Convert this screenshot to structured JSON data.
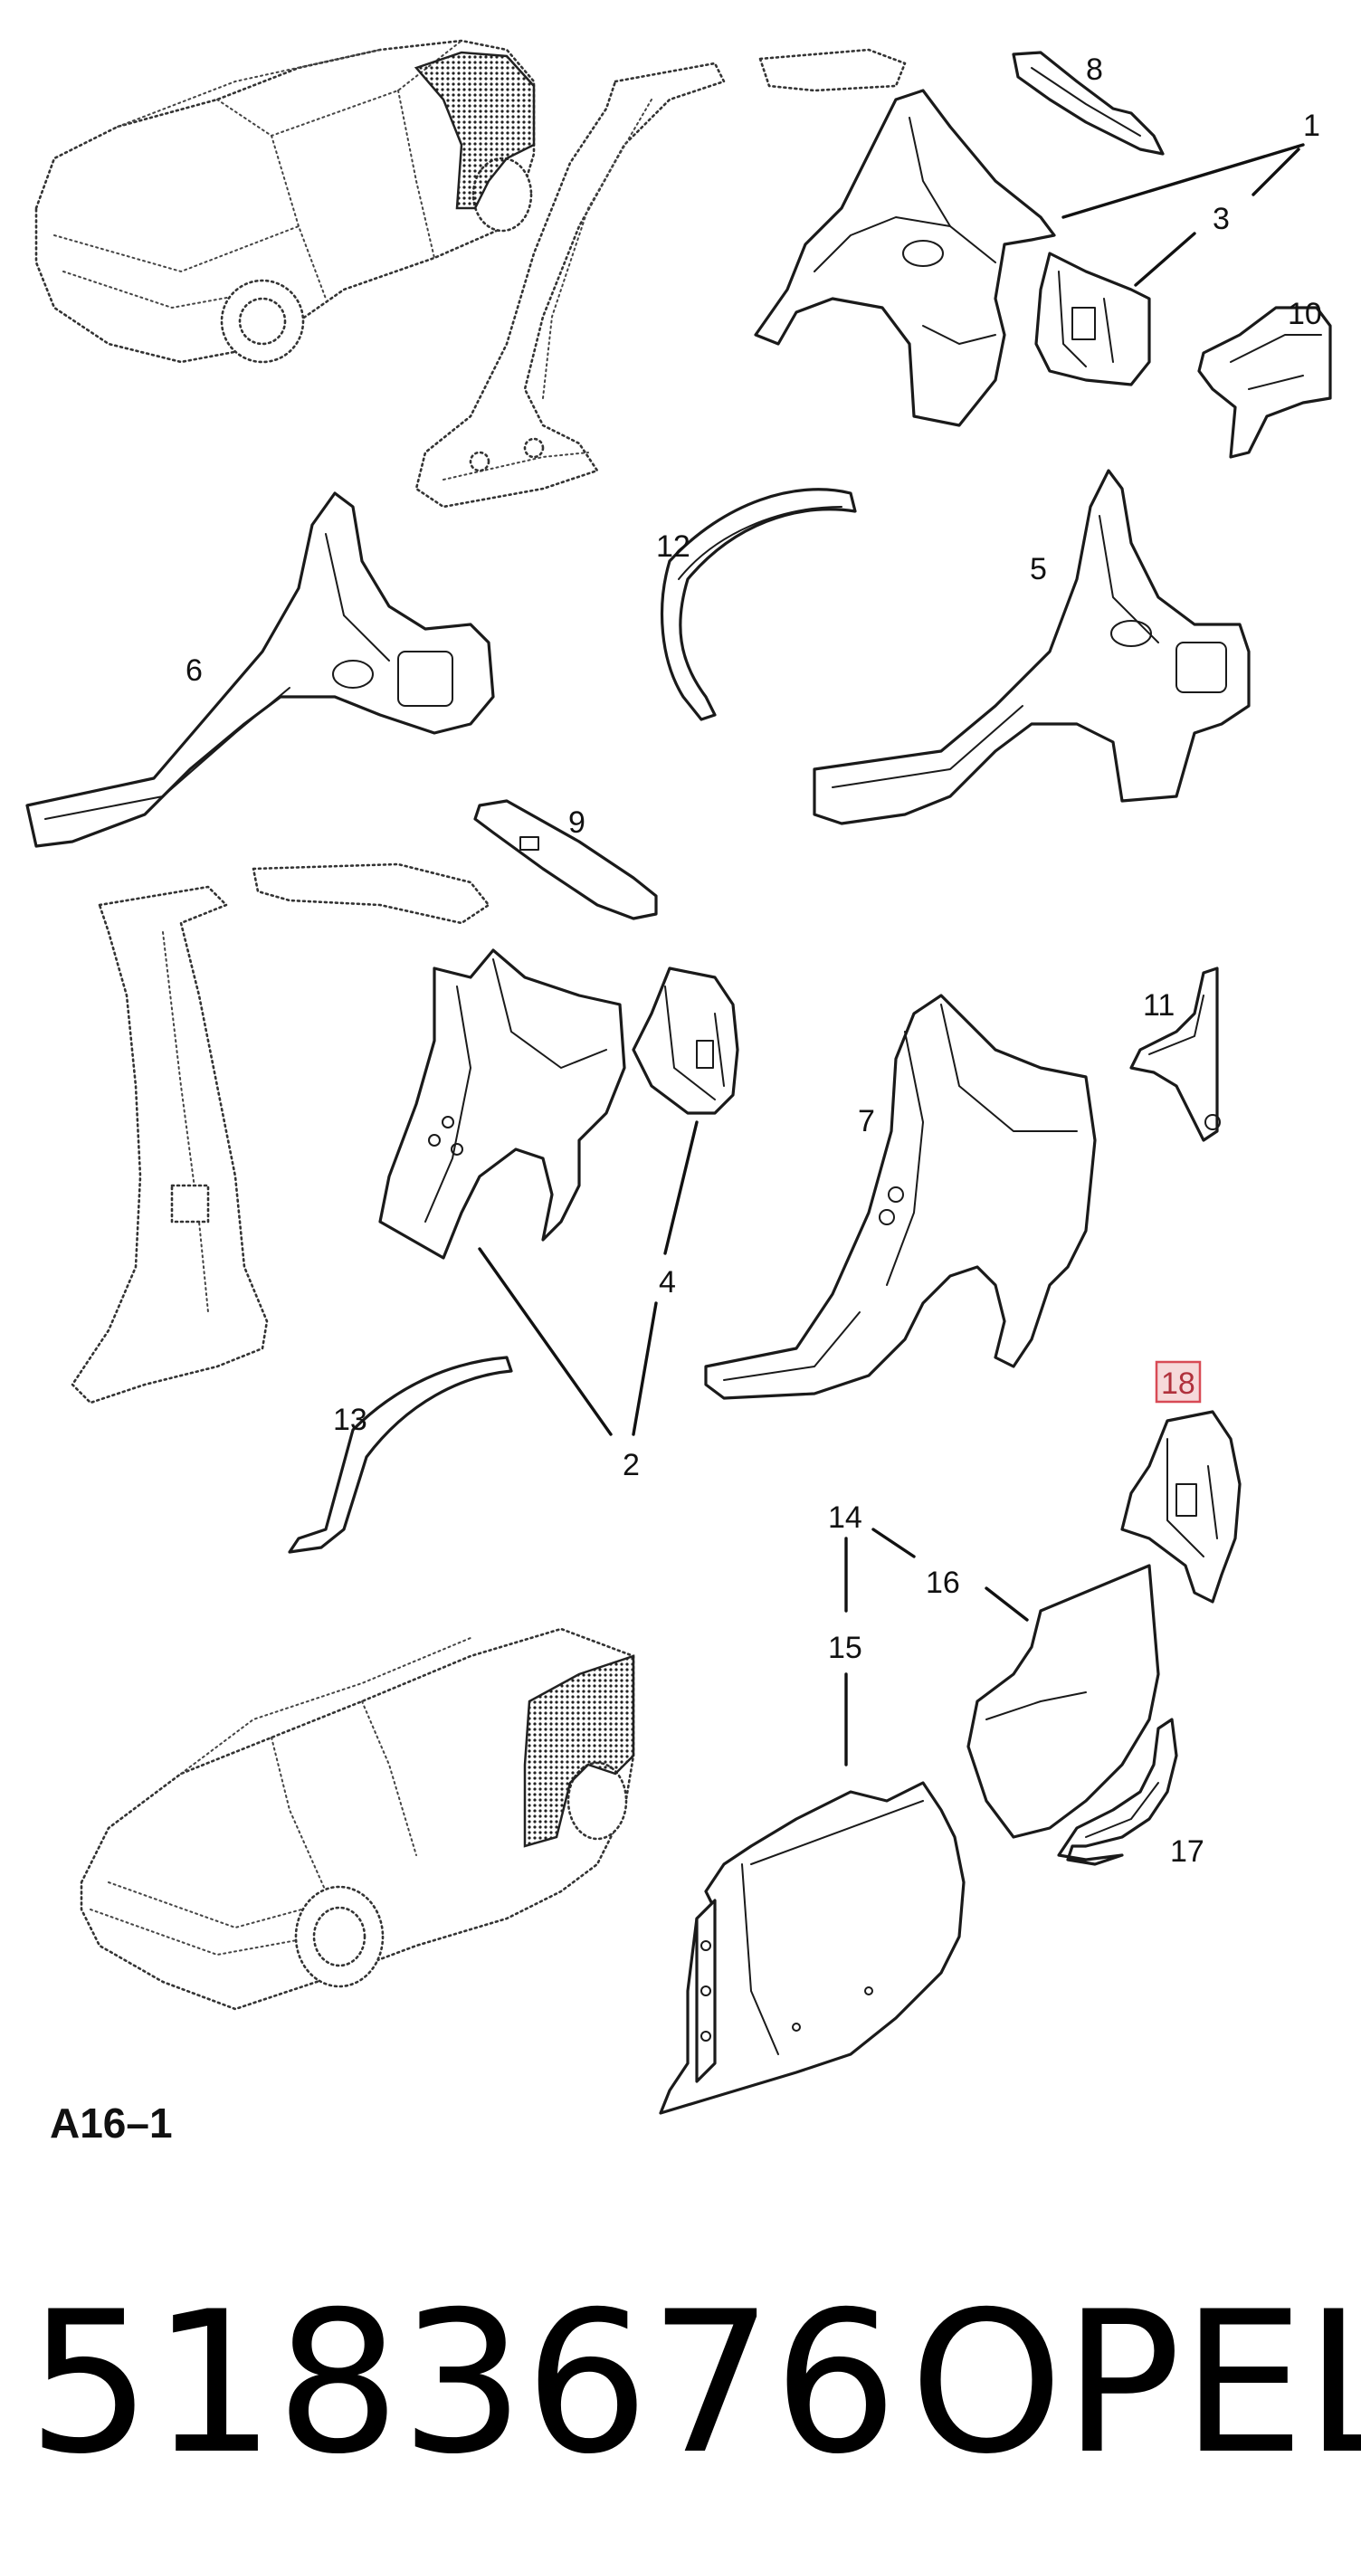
{
  "diagram": {
    "callouts": {
      "c1": "1",
      "c2": "2",
      "c3": "3",
      "c4": "4",
      "c5": "5",
      "c6": "6",
      "c7": "7",
      "c8": "8",
      "c9": "9",
      "c10": "10",
      "c11": "11",
      "c12": "12",
      "c13": "13",
      "c14": "14",
      "c15": "15",
      "c16": "16",
      "c17": "17",
      "c18": "18"
    },
    "highlighted_callout": "18",
    "reference_code": "A16–1"
  },
  "footer": {
    "part_number": "5183676",
    "brand": "OPEL"
  },
  "colors": {
    "ink": "#1a1a1a",
    "highlight_fill": "#f6d9da",
    "highlight_stroke": "#d84a55"
  }
}
